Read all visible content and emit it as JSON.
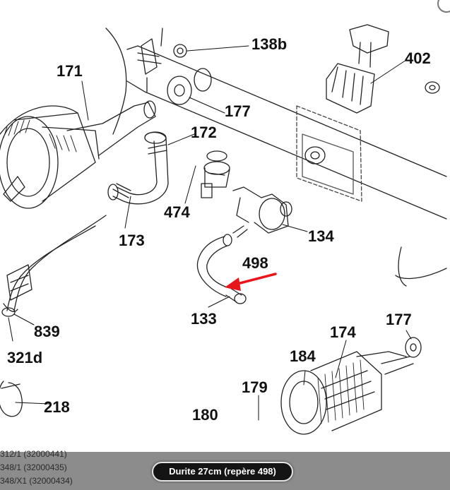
{
  "diagram": {
    "labels": [
      {
        "id": "138b",
        "text": "138b"
      },
      {
        "id": "402",
        "text": "402"
      },
      {
        "id": "171",
        "text": "171"
      },
      {
        "id": "177-top",
        "text": "177"
      },
      {
        "id": "172",
        "text": "172"
      },
      {
        "id": "474",
        "text": "474"
      },
      {
        "id": "173",
        "text": "173"
      },
      {
        "id": "134",
        "text": "134"
      },
      {
        "id": "498",
        "text": "498"
      },
      {
        "id": "133",
        "text": "133"
      },
      {
        "id": "839",
        "text": "839"
      },
      {
        "id": "321d",
        "text": "321d"
      },
      {
        "id": "174",
        "text": "174"
      },
      {
        "id": "177-bottom",
        "text": "177"
      },
      {
        "id": "184",
        "text": "184"
      },
      {
        "id": "179",
        "text": "179"
      },
      {
        "id": "218",
        "text": "218"
      },
      {
        "id": "180",
        "text": "180"
      }
    ],
    "highlight_color": "#e8151b"
  },
  "footer": {
    "refs": [
      "312/1 (32000441)",
      "348/1 (32000435)",
      "348/X1 (32000434)"
    ],
    "caption": "Durite 27cm (repère 498)"
  }
}
